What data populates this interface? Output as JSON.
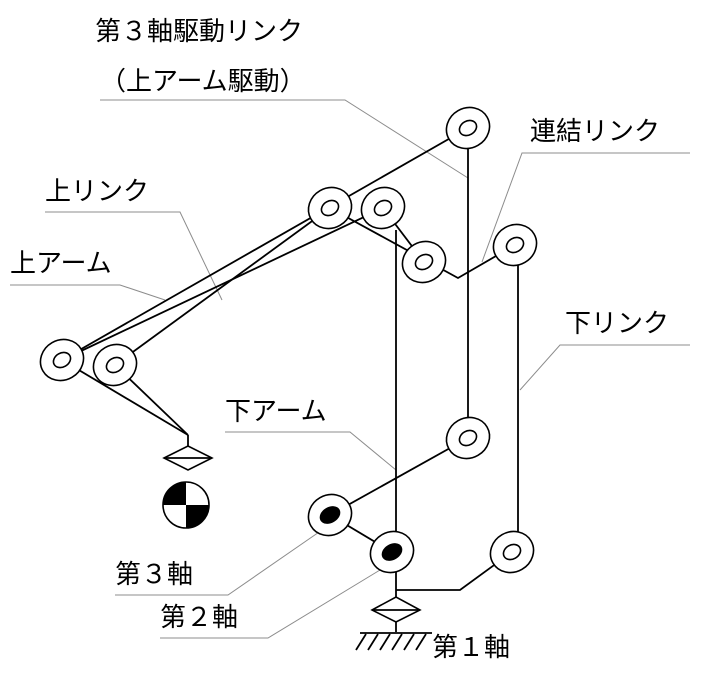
{
  "labels": {
    "axis3_drive_link": "第３軸駆動リンク",
    "upper_arm_drive": "（上アーム駆動）",
    "connecting_link": "連結リンク",
    "upper_link": "上リンク",
    "upper_arm": "上アーム",
    "lower_link": "下リンク",
    "lower_arm": "下アーム",
    "axis3": "第３軸",
    "axis2": "第２軸",
    "axis1": "第１軸"
  },
  "colors": {
    "line": "#000000",
    "leader": "#8c8c8c",
    "background": "#ffffff"
  }
}
